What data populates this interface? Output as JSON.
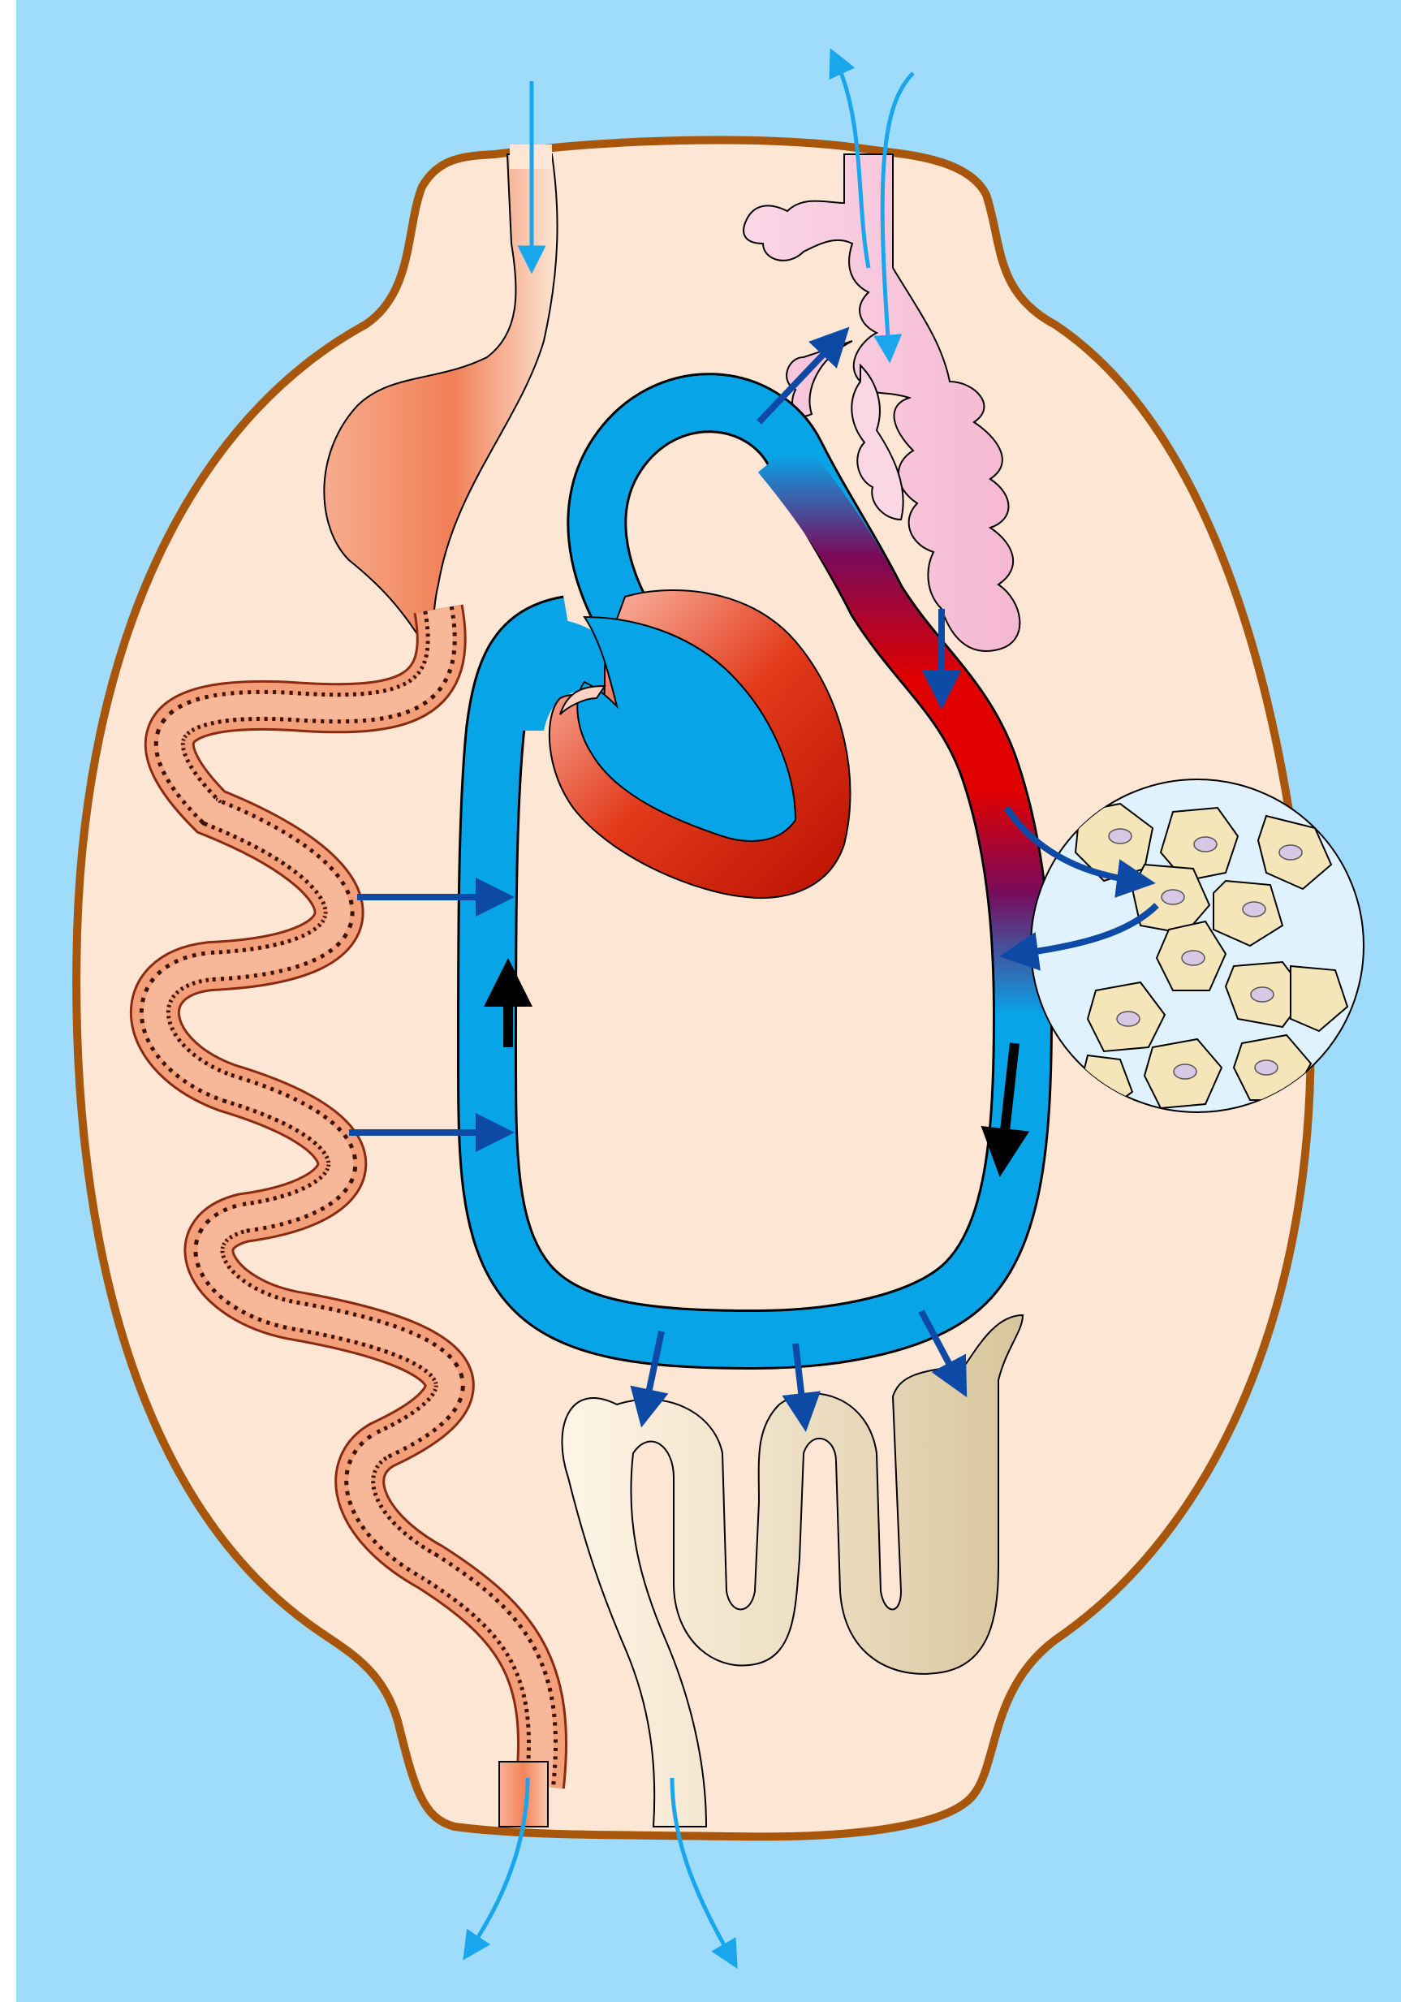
{
  "diagram": {
    "kind": "circulatory-system-schematic",
    "labels": [],
    "colors": {
      "background": "#9fdcfb",
      "body_fill": "#fde6d4",
      "body_outline": "#a8560c",
      "venous_blue": "#08a4e8",
      "arterial_red": "#e00000",
      "mixed_purple": "#7a0a5a",
      "heart_red": "#d61a0a",
      "lung_pink": "#f8c6dc",
      "gut_salmon": "#f39a73",
      "kidney_tan": "#e8d8b8",
      "tissue_circle": "#dff2fd",
      "tissue_cell": "#f4e6b8",
      "flow_arrow_dark": "#0d4aa6",
      "flow_arrow_light": "#1aa6ec",
      "direction_arrow": "#000000"
    },
    "components": [
      "body-outline",
      "digestive-tract",
      "lungs",
      "heart",
      "blood-vessel-loop",
      "tissue-cells",
      "kidney-tubule"
    ],
    "icons": [
      "arrow-icon",
      "heart-icon",
      "lung-icon",
      "cell-icon"
    ]
  }
}
